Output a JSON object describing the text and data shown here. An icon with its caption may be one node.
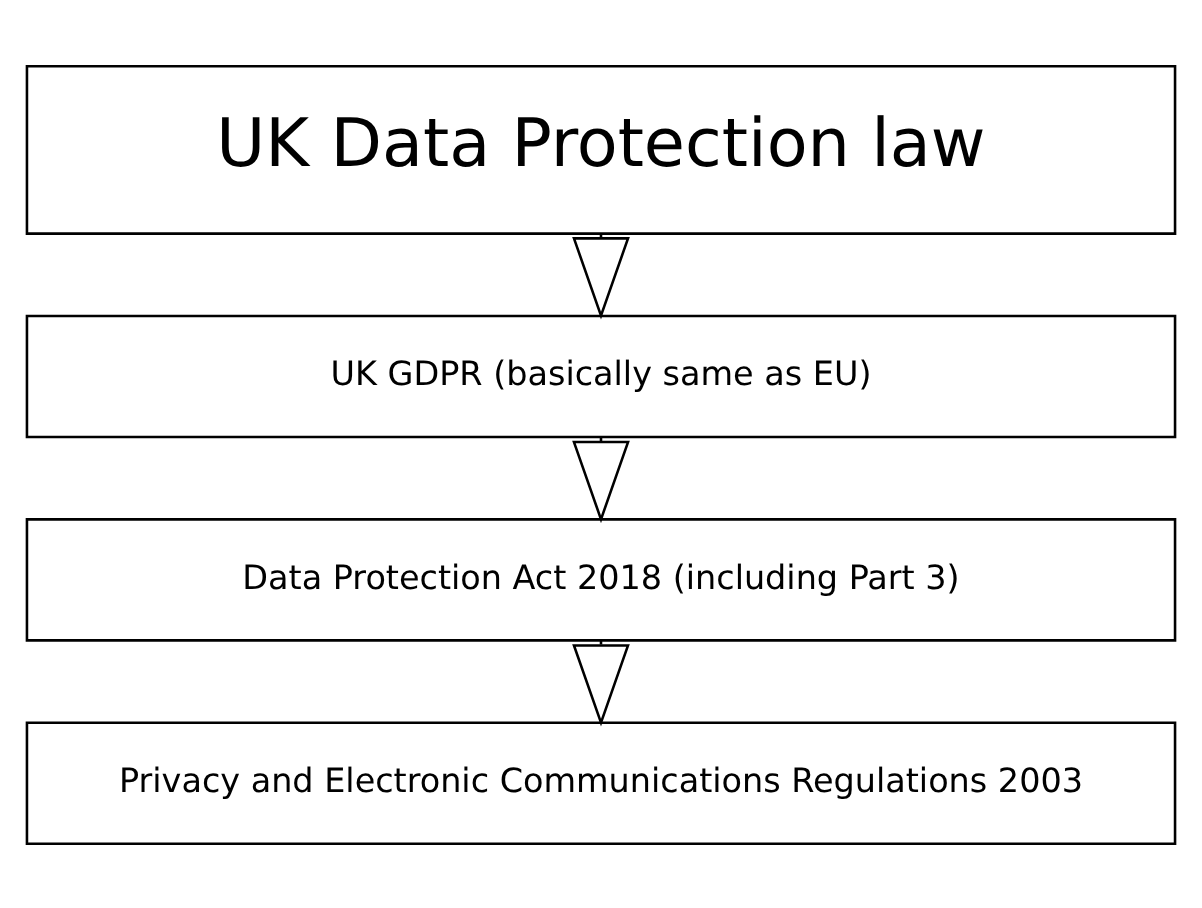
{
  "diagram": {
    "nodes": [
      {
        "text": [
          "UK Data Protection law"
        ]
      },
      {
        "text": [
          "UK GDPR (basically same as EU)"
        ]
      },
      {
        "text": [
          "Data Protection Act 2018 (including Part 3)"
        ]
      },
      {
        "text": [
          "Privacy and Electronic Communications Regulations 2003"
        ]
      }
    ],
    "edges": [
      {
        "from": 0,
        "to": 1,
        "arrow": "to"
      },
      {
        "from": 1,
        "to": 2,
        "arrow": "to"
      },
      {
        "from": 2,
        "to": 3,
        "arrow": "to"
      }
    ]
  }
}
